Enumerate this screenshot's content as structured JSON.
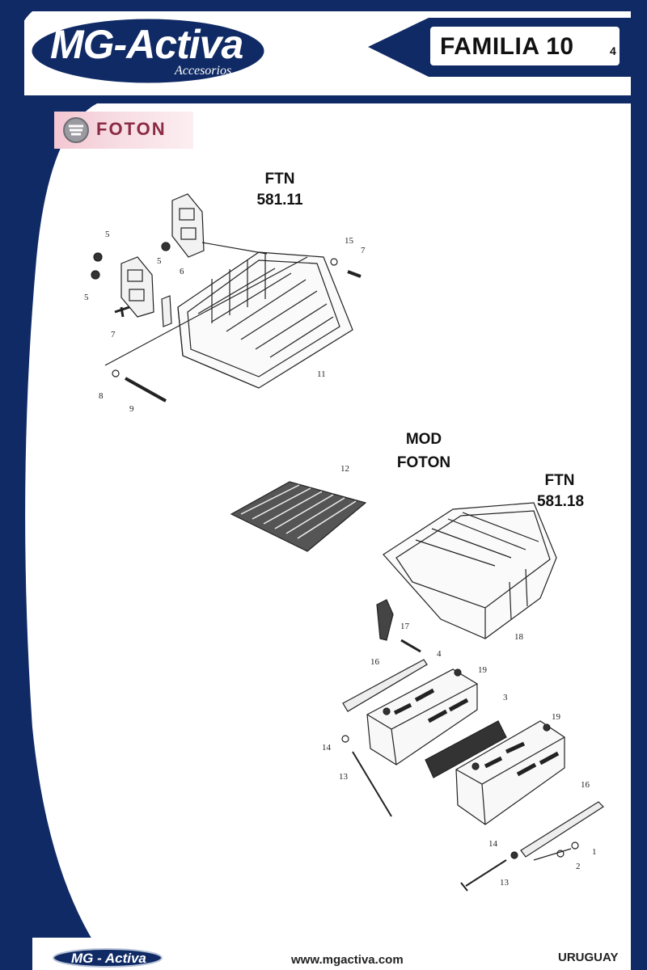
{
  "header": {
    "logo_text": "MG-Activa",
    "logo_subtitle": "Accesorios",
    "family_label": "FAMILIA 10",
    "family_sub": "4"
  },
  "brand": {
    "name": "FOTON"
  },
  "labels": {
    "ftn_top": "FTN",
    "ftn_top_code": "581.11",
    "mod": "MOD",
    "mod_name": "FOTON",
    "ftn_mid": "FTN",
    "ftn_mid_code": "581.18"
  },
  "part_numbers": {
    "p5a": "5",
    "p5b": "5",
    "p5c": "5",
    "p6": "6",
    "p15": "15",
    "p7a": "7",
    "p7b": "7",
    "p8": "8",
    "p9": "9",
    "p11": "11",
    "p12": "12",
    "p18": "18",
    "p17": "17",
    "p4": "4",
    "p16a": "16",
    "p19a": "19",
    "p3": "3",
    "p19b": "19",
    "p14a": "14",
    "p13a": "13",
    "p16b": "16",
    "p14b": "14",
    "p1": "1",
    "p2": "2",
    "p13b": "13"
  },
  "footer": {
    "logo_text": "MG - Activa",
    "url": "www.mgactiva.com",
    "country": "URUGUAY"
  },
  "colors": {
    "navy": "#0f2a64",
    "brand_pink": "#f4c6d1",
    "brand_text": "#8a2a44"
  }
}
